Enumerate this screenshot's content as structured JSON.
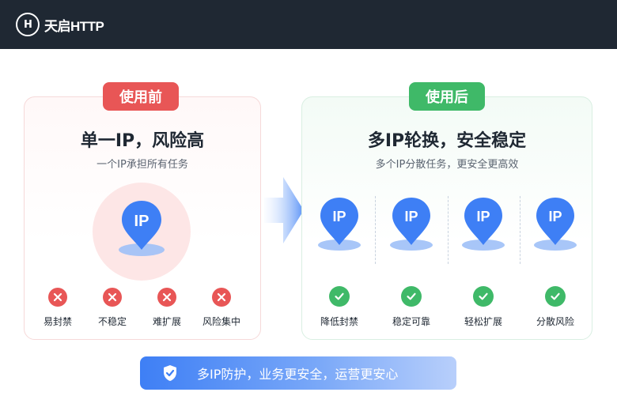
{
  "header": {
    "logo_mark": "H",
    "brand": "天启HTTP"
  },
  "before": {
    "badge": "使用前",
    "title": "单一IP，风险高",
    "subtitle": "一个IP承担所有任务",
    "pin_label": "IP",
    "issues": [
      "易封禁",
      "不稳定",
      "难扩展",
      "风险集中"
    ]
  },
  "after": {
    "badge": "使用后",
    "title": "多IP轮换，安全稳定",
    "subtitle": "多个IP分散任务，更安全更高效",
    "pin_label": "IP",
    "benefits": [
      "降低封禁",
      "稳定可靠",
      "轻松扩展",
      "分散风险"
    ]
  },
  "banner": {
    "text": "多IP防护，业务更安全，运营更安心"
  },
  "colors": {
    "header_bg": "#1f2833",
    "danger": "#e85656",
    "success": "#3fb968",
    "pin_blue": "#3e7ff5",
    "banner_start": "#3e7ff5"
  },
  "icons": {
    "pin": "location-pin-icon",
    "cross": "x-circle-icon",
    "check": "check-circle-icon",
    "arrow": "arrow-right-icon",
    "shield": "shield-icon"
  }
}
